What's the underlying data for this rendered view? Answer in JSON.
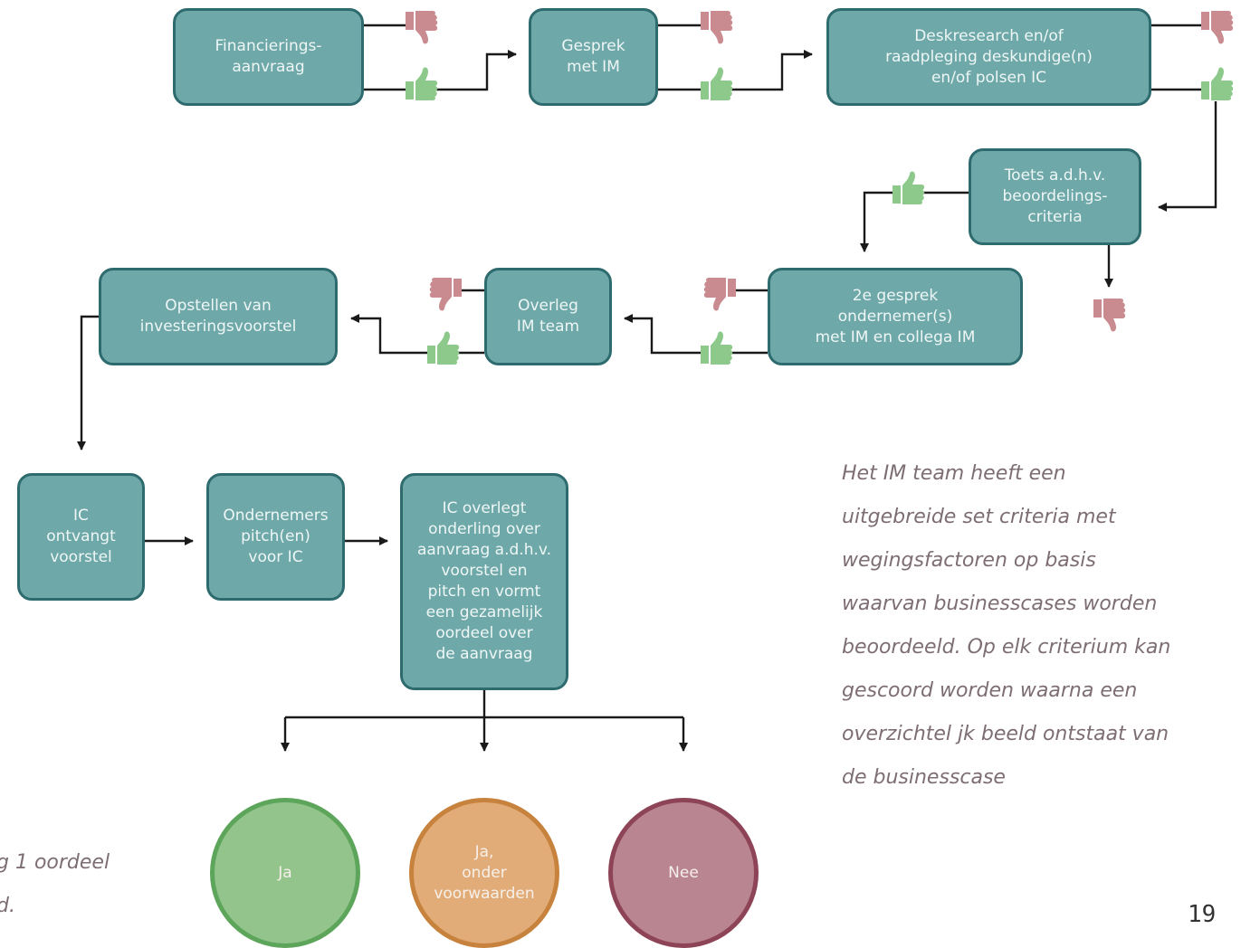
{
  "colors": {
    "box_fill": "#6fa8a8",
    "box_border": "#2e6b6e",
    "thumb_up": "#8cc98a",
    "thumb_down": "#c98b8f",
    "ja": "#93c48c",
    "ja_onder_voorwaarden": "#e2ac78",
    "nee": "#b98590"
  },
  "steps": {
    "financieringsaanvraag": "Financierings-\naanvraag",
    "gesprek_im": "Gesprek\nmet IM",
    "deskresearch": "Deskresearch en/of\nraadpleging deskundige(n)\nen/of polsen IC",
    "toets": "Toets a.d.h.v.\nbeoordelings-\ncriteria",
    "tweede_gesprek": "2e gesprek\nondernemer(s)\nmet IM en collega IM",
    "overleg": "Overleg\nIM team",
    "opstellen": "Opstellen van\ninvesteringsvoorstel",
    "ic_ontvangt": "IC\nontvangt\nvoorstel",
    "pitch": "Ondernemers\npitch(en)\nvoor IC",
    "ic_overlegt": "IC overlegt\nonderling over\naanvraag a.d.h.v.\nvoorstel en\npitch en vormt\neen gezamelijk\noordeel over\nde aanvraag"
  },
  "outcomes": {
    "ja": "Ja",
    "ja_onder_voorwaarden": "Ja,\nonder\nvoorwaarden",
    "nee": "Nee"
  },
  "note": {
    "lines": [
      "Het IM team heeft een",
      "uitgebreide set criteria met",
      "wegingsfactoren op basis",
      "waarvan businesscases worden",
      "beoordeeld. Op elk criterium kan",
      "gescoord worden waarna een",
      "overzichtel jk beeld ontstaat van",
      "de businesscase"
    ]
  },
  "side_note": {
    "lines": [
      "g 1 oordeel",
      "d."
    ]
  },
  "page_number": "19",
  "icons": {
    "thumb_up": "thumbs-up-icon",
    "thumb_down": "thumbs-down-icon"
  }
}
